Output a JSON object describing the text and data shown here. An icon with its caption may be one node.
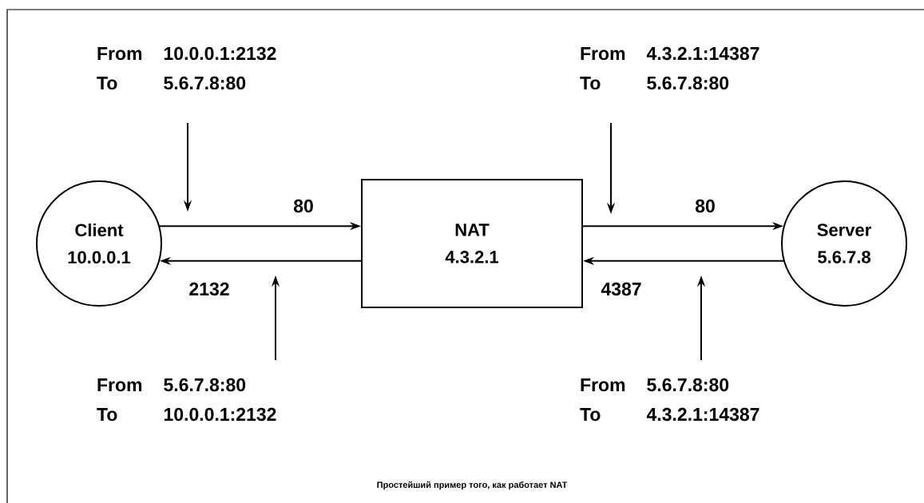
{
  "diagram": {
    "caption": "Простейший пример того, как работает NAT",
    "nodes": [
      {
        "text": [
          "Client",
          "10.0.0.1"
        ]
      },
      {
        "text": [
          "NAT",
          "4.3.2.1"
        ]
      },
      {
        "text": [
          "Server",
          "5.6.7.8"
        ]
      },
      {
        "text": [
          "From",
          "10.0.0.1:2132",
          "To",
          "5.6.7.8:80"
        ]
      },
      {
        "text": [
          "From",
          "5.6.7.8:80",
          "To",
          "10.0.0.1:2132"
        ]
      },
      {
        "text": [
          "From",
          "4.3.2.1:14387",
          "To",
          "5.6.7.8:80"
        ]
      },
      {
        "text": [
          "From",
          "5.6.7.8:80",
          "To",
          "4.3.2.1:14387"
        ]
      }
    ],
    "edges": [
      {
        "from": 0,
        "to": 1,
        "label": "80",
        "arrow": "to"
      },
      {
        "from": 1,
        "to": 0,
        "label": "2132",
        "arrow": "to"
      },
      {
        "from": 1,
        "to": 2,
        "label": "80",
        "arrow": "to"
      },
      {
        "from": 2,
        "to": 1,
        "label": "4387",
        "arrow": "to"
      },
      {
        "from": 3,
        "to": null,
        "arrow": "to"
      },
      {
        "from": 4,
        "to": null,
        "arrow": "to"
      },
      {
        "from": 5,
        "to": null,
        "arrow": "to"
      },
      {
        "from": 6,
        "to": null,
        "arrow": "to"
      }
    ]
  }
}
